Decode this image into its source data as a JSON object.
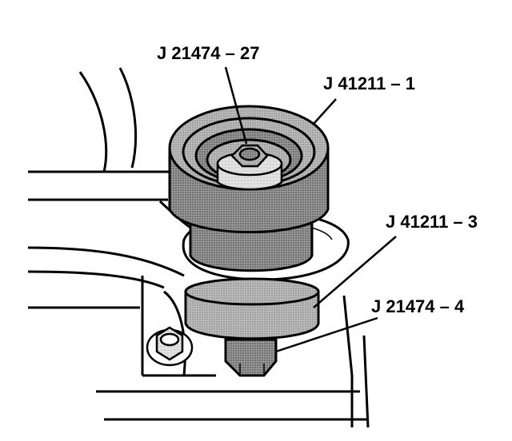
{
  "diagram": {
    "labels": {
      "tool_27": "J 21474 – 27",
      "tool_1": "J 41211 – 1",
      "tool_3": "J 41211 – 3",
      "tool_4": "J 21474 – 4"
    },
    "colors": {
      "line": "#000000",
      "shade_dark": "#7c7c7c",
      "shade_mid": "#a8a8a8",
      "shade_light": "#cfcfcf",
      "background": "#ffffff"
    }
  }
}
